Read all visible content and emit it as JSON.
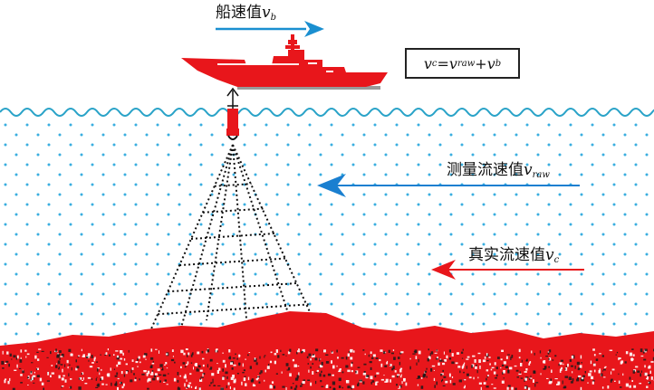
{
  "ship_speed": {
    "label": "船速值",
    "var": "v",
    "sub": "b"
  },
  "formula": {
    "lhs_var": "v",
    "lhs_sub": "c",
    "eq": "=",
    "t1_var": "v",
    "t1_sub": "raw",
    "plus": "+",
    "t2_var": "v",
    "t2_sub": "b"
  },
  "measured_flow": {
    "label": "测量流速值",
    "var": "v",
    "sub": "raw"
  },
  "true_flow": {
    "label": "真实流速值",
    "var": "v",
    "sub": "c"
  },
  "colors": {
    "ship": "#e8161b",
    "ship_speed_arrow": "#1a8fd0",
    "measured_arrow": "#1a7fd0",
    "true_arrow": "#e8161b",
    "water_dots": "#3aaee0",
    "wave_line": "#2aa3c8",
    "seabed": "#e8161b",
    "hull_shadow": "#9a9a9a",
    "beam_lines": "#111111"
  },
  "icons": {
    "vessel": "ship-icon",
    "transducer": "adcp-icon"
  }
}
